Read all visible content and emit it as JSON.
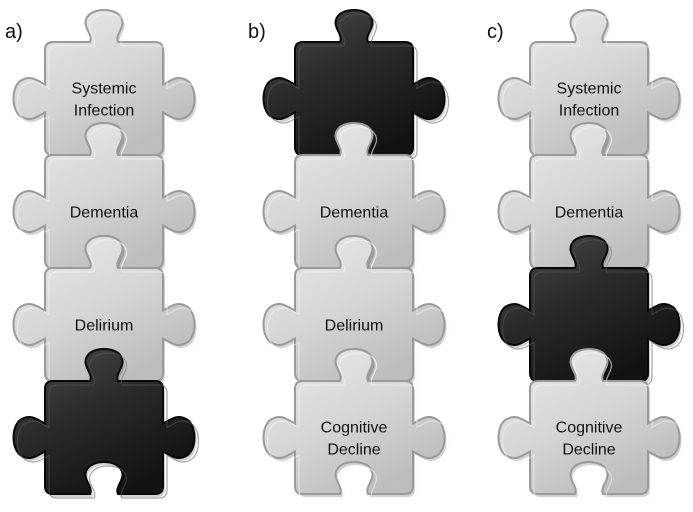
{
  "colors": {
    "light_piece": "#d5d5d5",
    "light_edge": "#9a9a9a",
    "dark_piece": "#2a2a2a",
    "dark_edge": "#080808",
    "text": "#111111"
  },
  "panels": [
    {
      "label": "a)",
      "pieces": [
        {
          "lines": [
            "Systemic",
            "Infection"
          ],
          "style": "light"
        },
        {
          "lines": [
            "Dementia"
          ],
          "style": "light"
        },
        {
          "lines": [
            "Delirium"
          ],
          "style": "light"
        },
        {
          "lines": [],
          "style": "dark"
        }
      ]
    },
    {
      "label": "b)",
      "pieces": [
        {
          "lines": [],
          "style": "dark"
        },
        {
          "lines": [
            "Dementia"
          ],
          "style": "light"
        },
        {
          "lines": [
            "Delirium"
          ],
          "style": "light"
        },
        {
          "lines": [
            "Cognitive",
            "Decline"
          ],
          "style": "light"
        }
      ]
    },
    {
      "label": "c)",
      "pieces": [
        {
          "lines": [
            "Systemic",
            "Infection"
          ],
          "style": "light"
        },
        {
          "lines": [
            "Dementia"
          ],
          "style": "light"
        },
        {
          "lines": [],
          "style": "dark"
        },
        {
          "lines": [
            "Cognitive",
            "Decline"
          ],
          "style": "light"
        }
      ]
    }
  ]
}
